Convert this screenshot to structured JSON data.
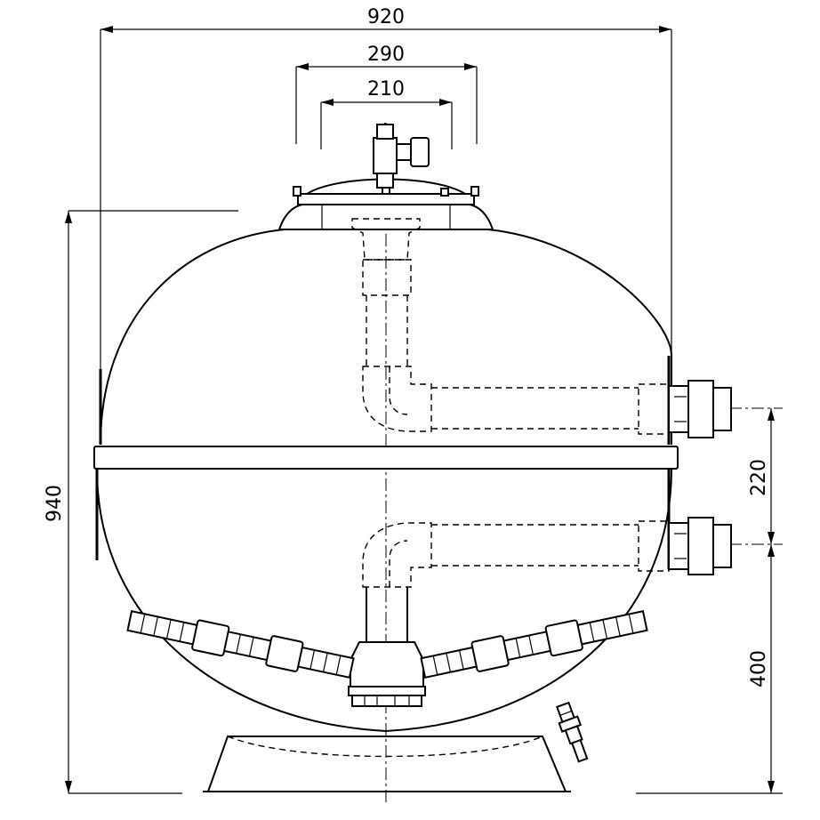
{
  "dimensions": {
    "overall_width": "920",
    "top_flange_outer": "290",
    "top_flange_inner": "210",
    "overall_height": "940",
    "port_spacing": "220",
    "lower_port_height": "400"
  },
  "colors": {
    "line": "#000000",
    "background": "#ffffff"
  }
}
